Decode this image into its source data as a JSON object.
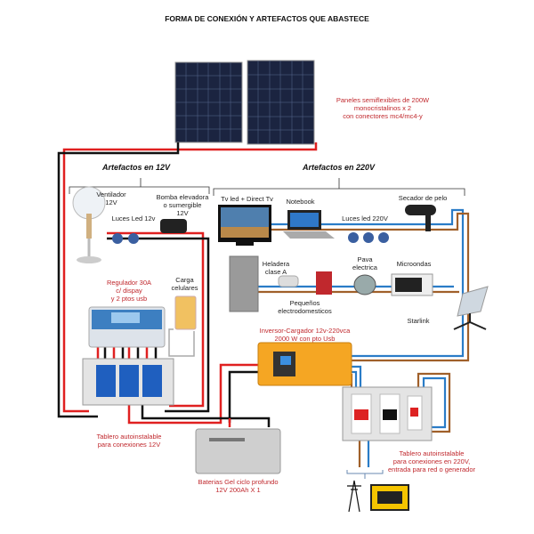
{
  "title": "FORMA DE CONEXIÓN Y ARTEFACTOS QUE ABASTECE",
  "panels_label": "Paneles semiflexibles de 200W\nmonocristalinos x 2\ncon conectores mc4/mc4-y",
  "section_12v": "Artefactos en 12V",
  "section_220v": "Artefactos en 220V",
  "devices_12v": {
    "fan": "Ventilador\n12V",
    "leds": "Luces Led  12v",
    "pump": "Bomba elevadora\no sumergible\n12V",
    "charger": "Carga\ncelulares"
  },
  "devices_220v": {
    "tv": "Tv led + Direct Tv",
    "notebook": "Notebook",
    "leds": "Luces led  220V",
    "dryer": "Secador de pelo",
    "fridge": "Heladera\nclase A",
    "small": "Pequeños\nelectrodomesticos",
    "kettle": "Pava\nelectrica",
    "microwave": "Microondas",
    "starlink": "Starlink"
  },
  "regulator": "Regulador 30A\nc/ dispay\ny 2 ptos  usb",
  "inverter": "Inversor-Cargador 12v-220vca\n2000 W con pto Usb",
  "board_12v": "Tablero autoinstalable\npara conexiones 12V",
  "battery": "Baterias Gel ciclo profundo\n12V 200Ah X  1",
  "board_220v": "Tablero autoinstalable\npara conexiones en 220V,\nentrada para red o generador",
  "colors": {
    "positive": "#e02020",
    "negative": "#111111",
    "phase": "#2a7cc7",
    "neutral": "#a0602a",
    "label": "#c0282d",
    "inverter": "#f5a623"
  }
}
